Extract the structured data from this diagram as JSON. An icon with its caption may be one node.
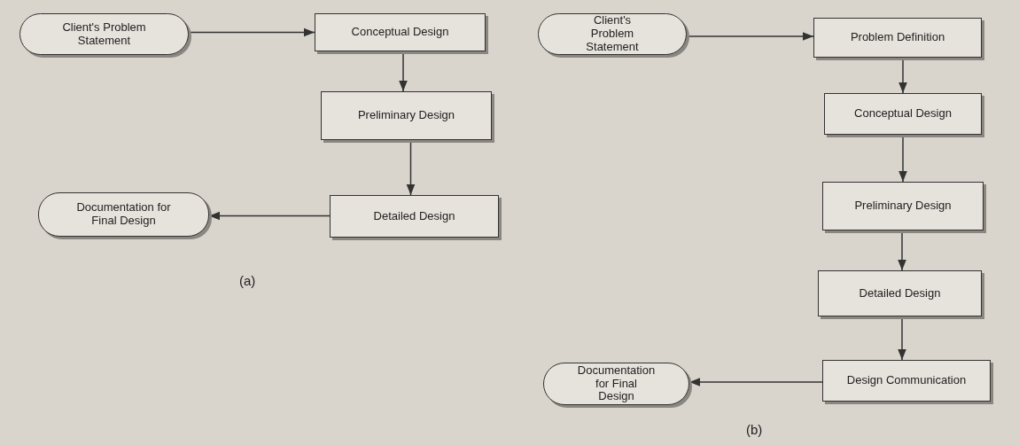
{
  "diagram": {
    "nodes": [
      {
        "text": [
          "Client's Problem Statement"
        ]
      },
      {
        "text": [
          "Conceptual Design"
        ]
      },
      {
        "text": [
          "Preliminary Design"
        ]
      },
      {
        "text": [
          "Detailed Design"
        ]
      },
      {
        "text": [
          "Documentation for Final Design"
        ]
      },
      {
        "text": [
          "Client's Problem Statement"
        ]
      },
      {
        "text": [
          "Problem Definition"
        ]
      },
      {
        "text": [
          "Conceptual Design"
        ]
      },
      {
        "text": [
          "Preliminary Design"
        ]
      },
      {
        "text": [
          "Detailed Design"
        ]
      },
      {
        "text": [
          "Design Communication"
        ]
      },
      {
        "text": [
          "Documentation for Final Design"
        ]
      }
    ],
    "edges": [
      {
        "from": 0,
        "to": 1,
        "arrow": "to"
      },
      {
        "from": 1,
        "to": 2,
        "arrow": "to"
      },
      {
        "from": 2,
        "to": 3,
        "arrow": "to"
      },
      {
        "from": 3,
        "to": 4,
        "arrow": "to"
      },
      {
        "from": 5,
        "to": 6,
        "arrow": "to"
      },
      {
        "from": 6,
        "to": 7,
        "arrow": "to"
      },
      {
        "from": 7,
        "to": 8,
        "arrow": "to"
      },
      {
        "from": 8,
        "to": 9,
        "arrow": "to"
      },
      {
        "from": 9,
        "to": 10,
        "arrow": "to"
      },
      {
        "from": 10,
        "to": 11,
        "arrow": "to"
      }
    ],
    "labels": [
      "(a)",
      "(b)"
    ]
  }
}
